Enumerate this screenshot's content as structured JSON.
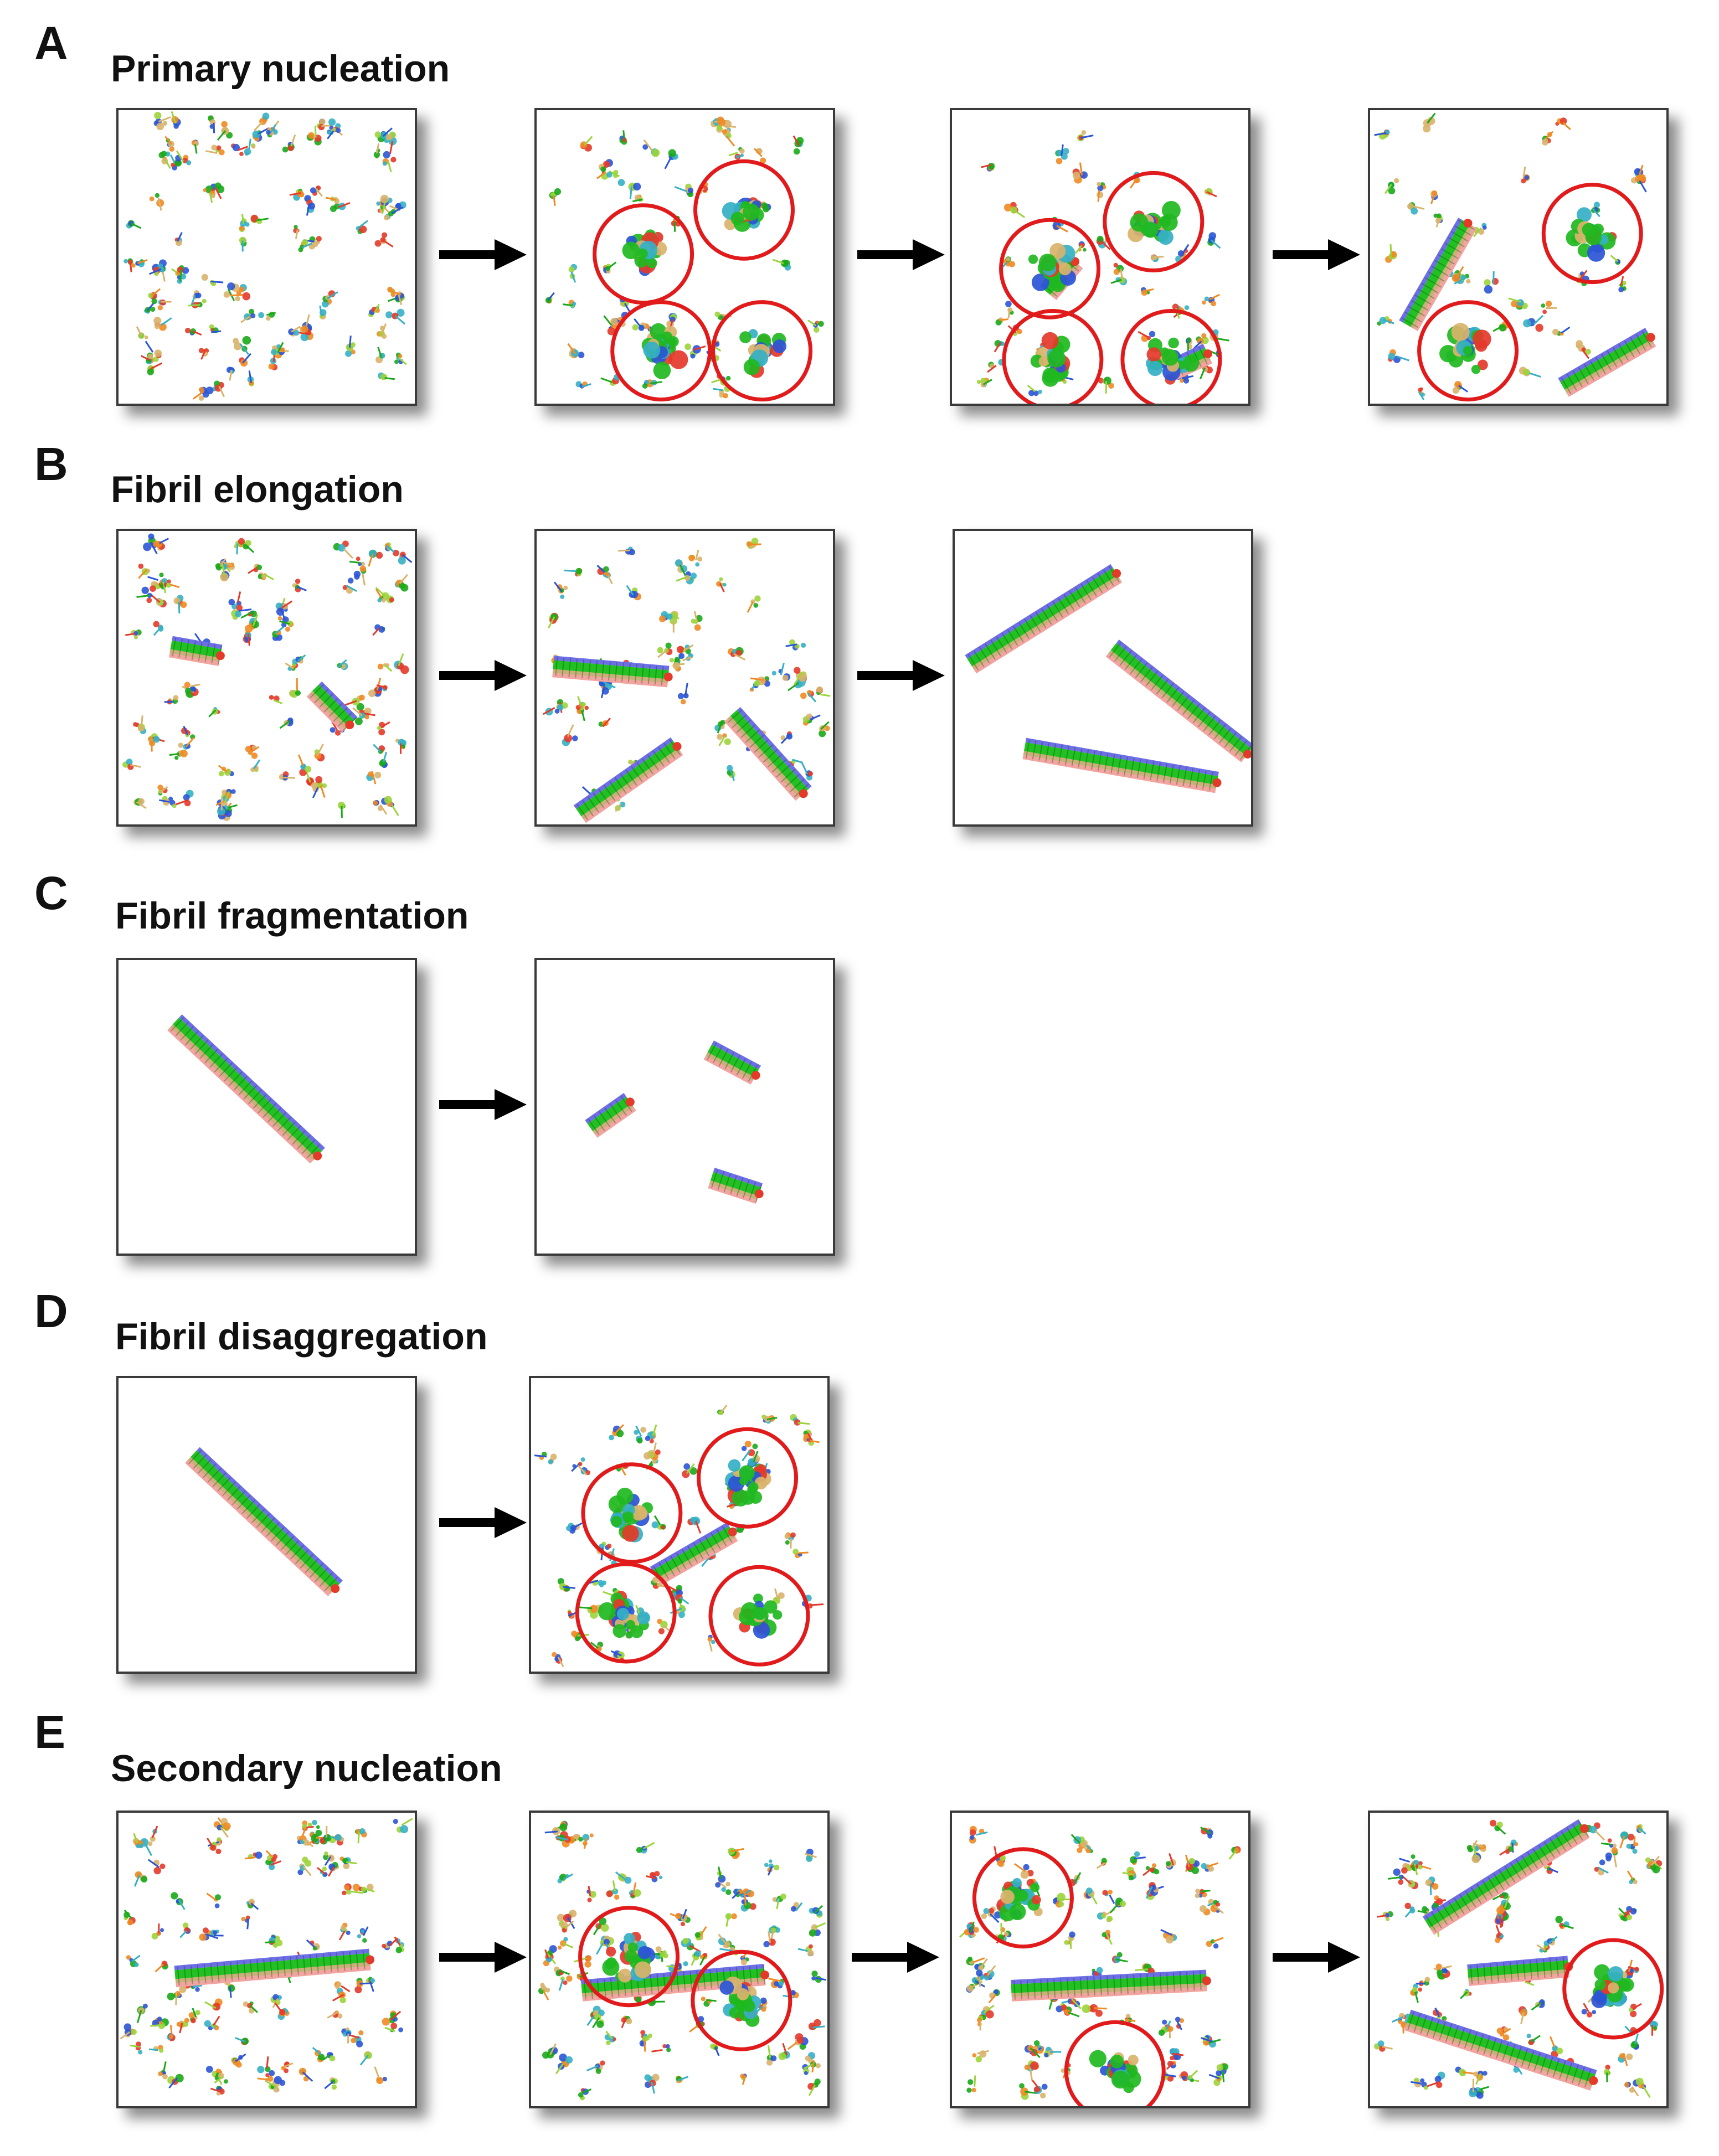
{
  "colors": {
    "ring": "#e11b1b",
    "arrow": "#000000",
    "fibril_green": "#22c022",
    "fibril_blue": "#6e6ee8",
    "fibril_pink": "#f2a4a0",
    "fibril_tan": "#c9b07a",
    "molecule_colors": [
      "#1aa81a",
      "#e43a2a",
      "#2b55d6",
      "#d9b36b",
      "#f08a24",
      "#35b0c4",
      "#9bd43a"
    ]
  },
  "sections": [
    {
      "letter": "A",
      "title": "Primary nucleation",
      "panels": [
        {
          "density": 1.0,
          "clusters": [],
          "fibrils": []
        },
        {
          "density": 0.45,
          "clusters": [
            [
              0.36,
              0.49,
              true
            ],
            [
              0.7,
              0.34,
              true
            ],
            [
              0.42,
              0.82,
              true
            ],
            [
              0.76,
              0.82,
              true
            ]
          ],
          "fibrils": []
        },
        {
          "density": 0.4,
          "clusters": [
            [
              0.33,
              0.54,
              true
            ],
            [
              0.68,
              0.38,
              true
            ],
            [
              0.34,
              0.85,
              true
            ],
            [
              0.74,
              0.85,
              true
            ]
          ],
          "fibrils": [
            [
              0.37,
              0.57,
              0.14,
              -50
            ],
            [
              0.8,
              0.86,
              0.14,
              -25
            ]
          ]
        },
        {
          "density": 0.35,
          "clusters": [
            [
              0.75,
              0.42,
              true
            ],
            [
              0.33,
              0.82,
              true
            ]
          ],
          "fibrils": [
            [
              0.23,
              0.56,
              0.4,
              -60
            ],
            [
              0.8,
              0.86,
              0.34,
              -30
            ]
          ]
        }
      ]
    },
    {
      "letter": "B",
      "title": "Fibril elongation",
      "panels": [
        {
          "density": 1.0,
          "clusters": [],
          "fibrils": [
            [
              0.26,
              0.41,
              0.17,
              10
            ],
            [
              0.72,
              0.6,
              0.17,
              45
            ]
          ]
        },
        {
          "density": 0.6,
          "clusters": [],
          "fibrils": [
            [
              0.25,
              0.48,
              0.39,
              5
            ],
            [
              0.31,
              0.85,
              0.4,
              -35
            ],
            [
              0.78,
              0.76,
              0.36,
              48
            ]
          ]
        },
        {
          "density": 0.0,
          "clusters": [],
          "fibrils": [
            [
              0.3,
              0.3,
              0.58,
              -32
            ],
            [
              0.76,
              0.58,
              0.58,
              38
            ],
            [
              0.56,
              0.8,
              0.66,
              10
            ]
          ]
        }
      ]
    },
    {
      "letter": "C",
      "title": "Fibril fragmentation",
      "panels": [
        {
          "density": 0.0,
          "clusters": [],
          "fibrils": [
            [
              0.43,
              0.44,
              0.66,
              43
            ]
          ]
        },
        {
          "density": 0.0,
          "clusters": [],
          "fibrils": [
            [
              0.66,
              0.35,
              0.18,
              28
            ],
            [
              0.25,
              0.53,
              0.16,
              -35
            ],
            [
              0.67,
              0.77,
              0.17,
              18
            ]
          ]
        }
      ]
    },
    {
      "letter": "D",
      "title": "Fibril disaggregation",
      "panels": [
        {
          "density": 0.0,
          "clusters": [],
          "fibrils": [
            [
              0.49,
              0.49,
              0.66,
              43
            ]
          ]
        },
        {
          "density": 0.55,
          "clusters": [
            [
              0.34,
              0.46,
              true
            ],
            [
              0.73,
              0.34,
              true
            ],
            [
              0.32,
              0.8,
              true
            ],
            [
              0.77,
              0.81,
              true
            ]
          ],
          "fibrils": [
            [
              0.55,
              0.6,
              0.3,
              -30
            ]
          ]
        }
      ]
    },
    {
      "letter": "E",
      "title": "Secondary nucleation",
      "panels": [
        {
          "density": 1.0,
          "clusters": [],
          "fibrils": [
            [
              0.52,
              0.53,
              0.66,
              -5
            ]
          ]
        },
        {
          "density": 0.9,
          "clusters": [
            [
              0.33,
              0.49,
              true
            ],
            [
              0.71,
              0.64,
              true
            ]
          ],
          "fibrils": [
            [
              0.48,
              0.58,
              0.62,
              -5
            ]
          ]
        },
        {
          "density": 0.85,
          "clusters": [
            [
              0.24,
              0.29,
              true
            ],
            [
              0.55,
              0.88,
              true
            ]
          ],
          "fibrils": [
            [
              0.53,
              0.59,
              0.66,
              -3
            ]
          ]
        },
        {
          "density": 0.85,
          "clusters": [
            [
              0.82,
              0.6,
              true
            ]
          ],
          "fibrils": [
            [
              0.46,
              0.22,
              0.62,
              -32
            ],
            [
              0.5,
              0.54,
              0.34,
              -5
            ],
            [
              0.44,
              0.81,
              0.66,
              18
            ]
          ]
        }
      ]
    }
  ]
}
